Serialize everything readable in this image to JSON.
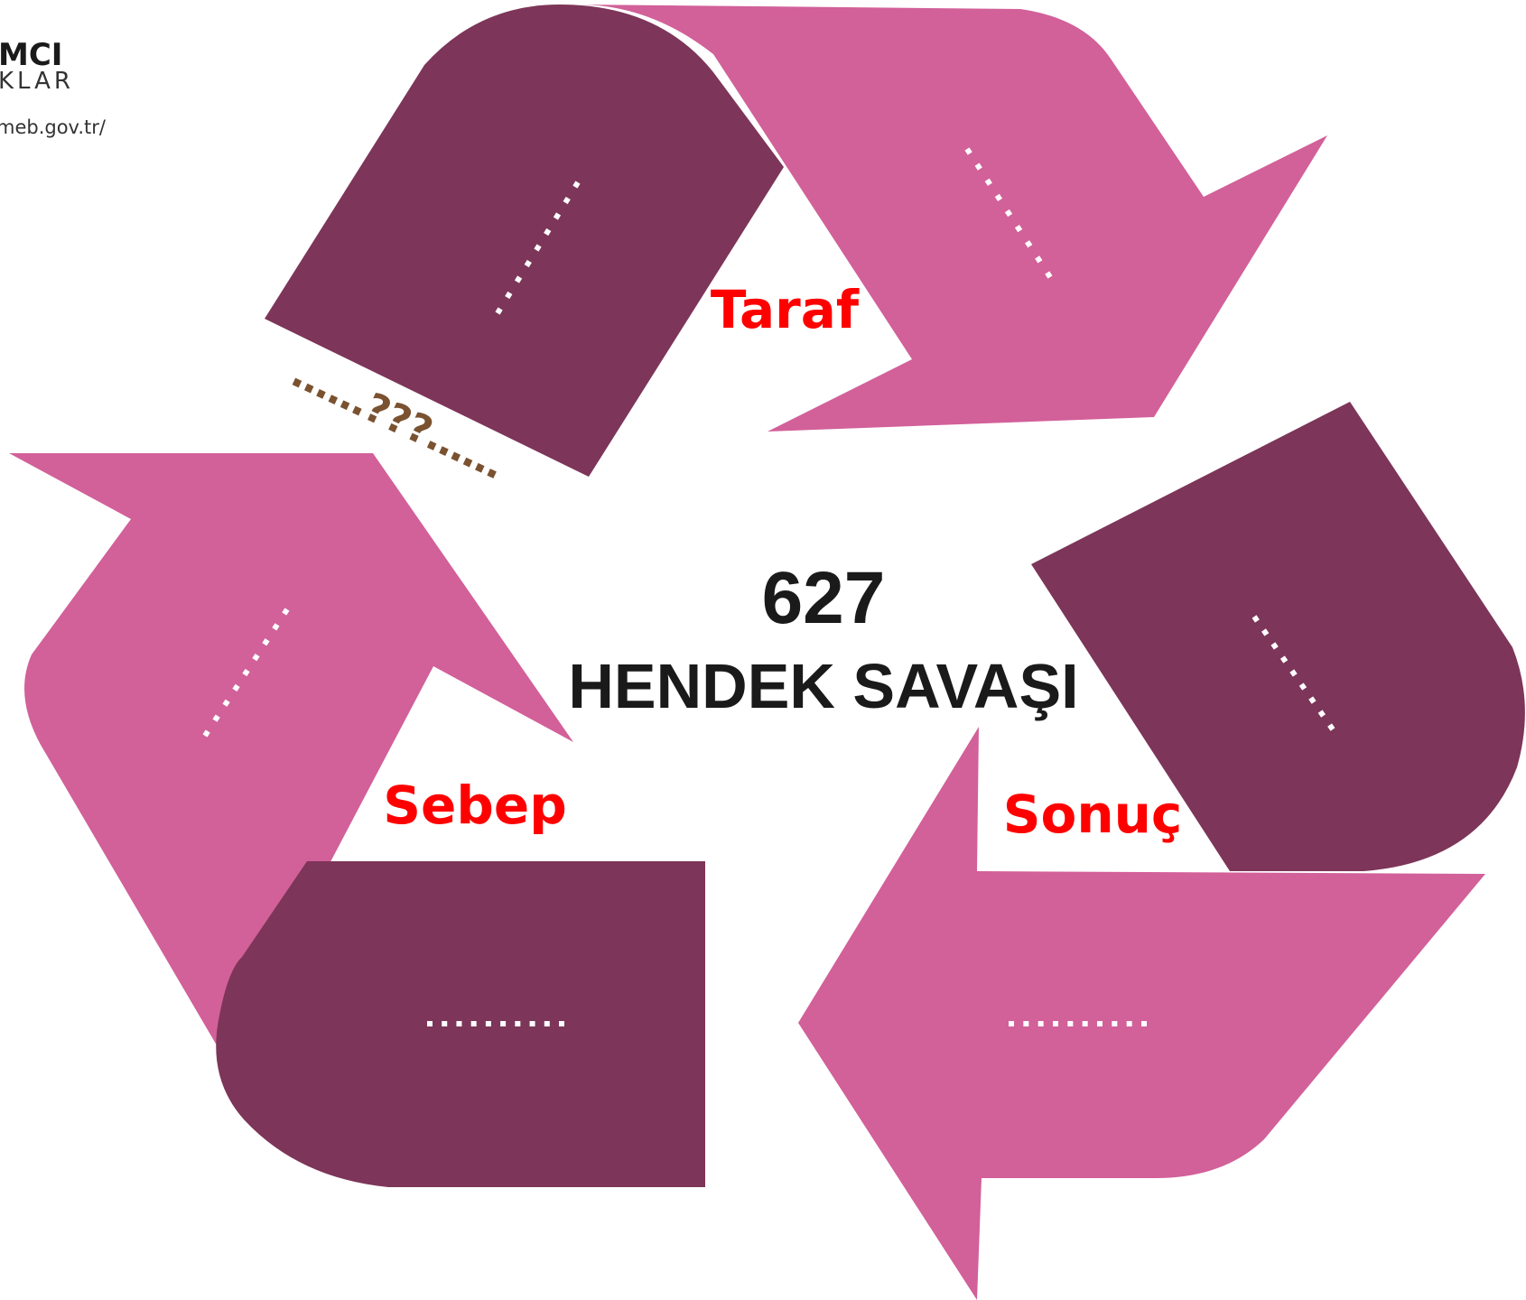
{
  "logo": {
    "line1": "MCI",
    "line2": "KLAR",
    "url": "meb.gov.tr/"
  },
  "center": {
    "year": "627",
    "title": "HENDEK SAVAŞI"
  },
  "labels": {
    "top": "Taraf",
    "left": "Sebep",
    "right": "Sonuç"
  },
  "question_text": "……???……",
  "blanks": {
    "top_dark": "………",
    "top_light": "………",
    "left_light": "………",
    "bottom_dark": "……….",
    "right_dark": "………",
    "bottom_light": "……….",
    "count_vertical": 9,
    "count_horizontal": 10
  },
  "colors": {
    "light_pink": "#D26099",
    "dark_plum": "#7D3559",
    "label_red": "#FF0000",
    "title_black": "#1A1A1A",
    "question_brown": "#7A5230"
  }
}
